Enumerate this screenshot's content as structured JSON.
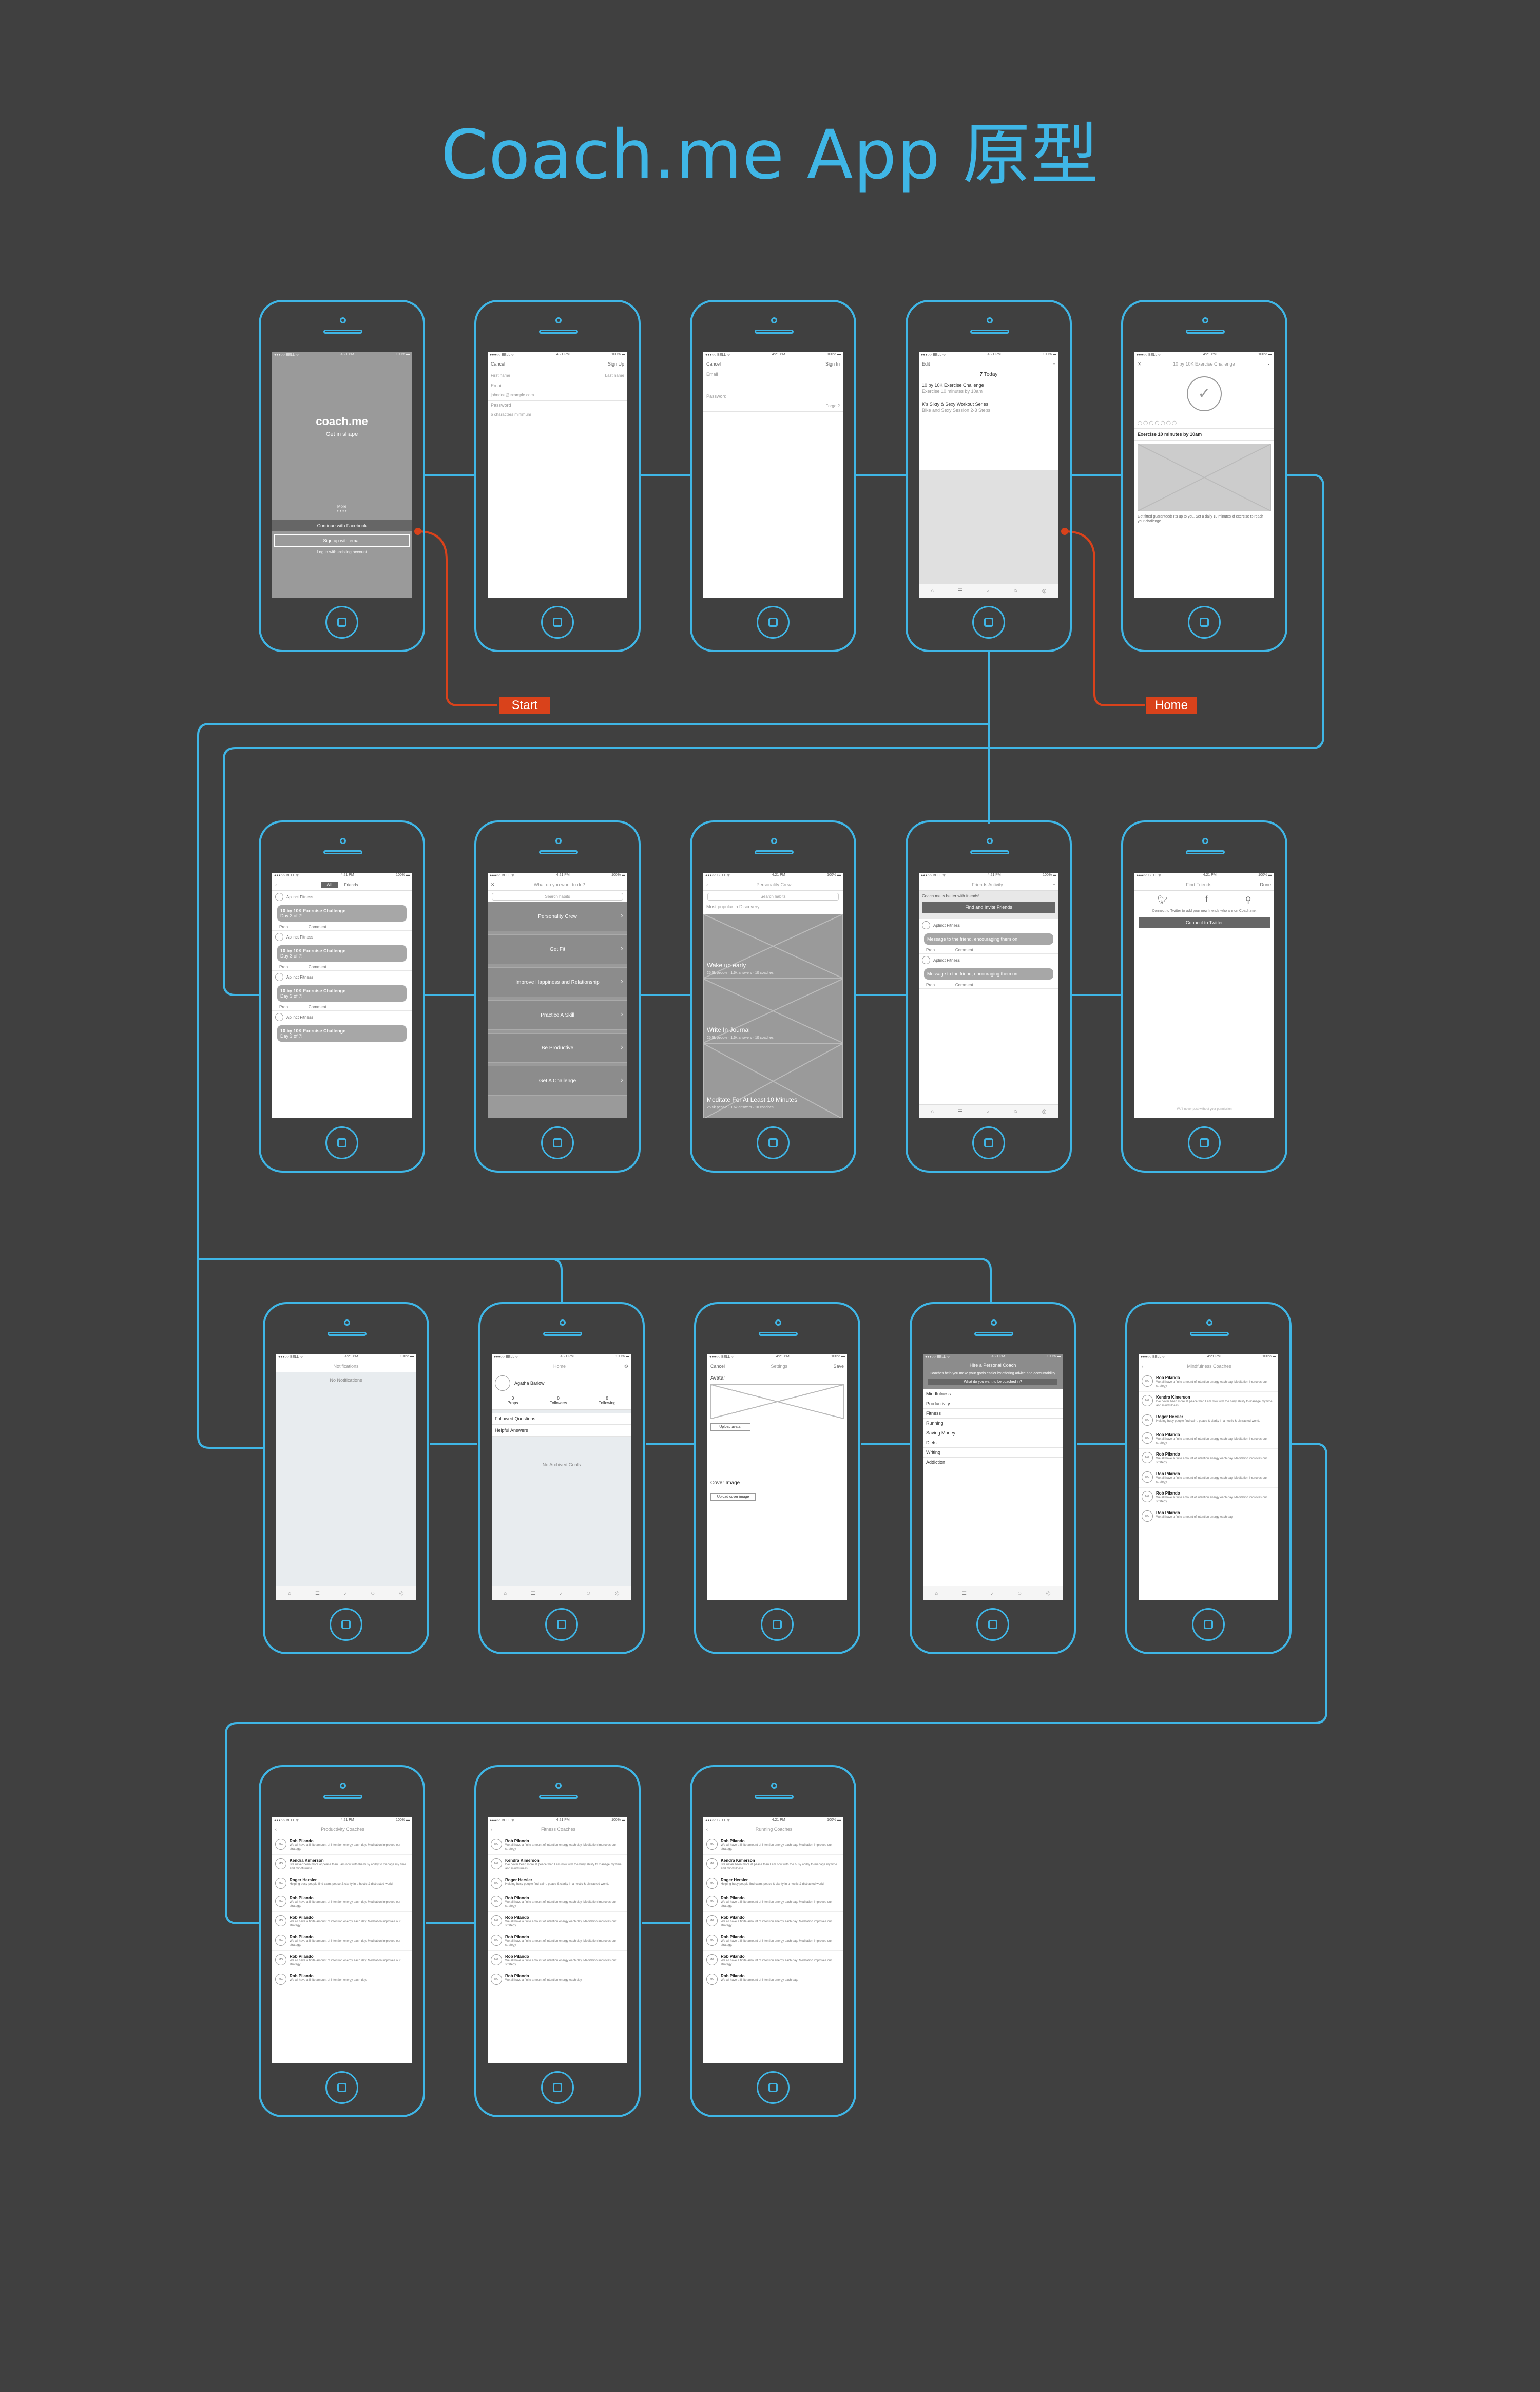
{
  "title": "Coach.me App 原型",
  "tags": {
    "start": "Start",
    "home": "Home"
  },
  "status_bar": {
    "carrier": "●●●○○ BELL ᯤ",
    "time": "4:21 PM",
    "battery": "100% ▬"
  },
  "row1": {
    "splash": {
      "logo": "coach.me",
      "tagline": "Get in shape",
      "more": "More",
      "dots": "● ● ● ●",
      "fb": "Continue with Facebook",
      "email": "Sign up with email",
      "login": "Log in with existing account"
    },
    "signup": {
      "cancel": "Cancel",
      "action": "Sign Up",
      "first": "First name",
      "last": "Last name",
      "email_label": "Email",
      "email_ph": "johndoe@example.com",
      "pw_label": "Password",
      "pw_ph": "6 characters minimum"
    },
    "signin": {
      "cancel": "Cancel",
      "action": "Sign In",
      "email_label": "Email",
      "pw_label": "Password",
      "forgot": "Forgot?"
    },
    "today": {
      "edit": "Edit",
      "date": "7",
      "today": "Today",
      "items": [
        "10 by 10K Exercise Challenge",
        "K's Sixty & Sexy Workout Series"
      ],
      "subs": [
        "Exercise 10 minutes by 10am",
        "Bike and Sexy Session 2-3 Steps"
      ]
    },
    "challenge": {
      "header": "10 by 10K Exercise Challenge",
      "step": "Exercise 10 minutes by 10am",
      "body": "Get fitted guaranteed! It's up to you. Set a daily 10 minutes of exercise to reach your challenge."
    }
  },
  "row2": {
    "feed": {
      "tabs": [
        "All",
        "Friends"
      ],
      "user": "Aplinct Fitness",
      "card": "10 by 10K Exercise Challenge",
      "card_sub": "Day 3 of 7!",
      "actions": [
        "Prop",
        "Comment"
      ]
    },
    "browse": {
      "header": "What do you want to do?",
      "search": "Search habits",
      "cats": [
        "Personality Crew",
        "Get Fit",
        "Improve Happiness and Relationship",
        "Practice A Skill",
        "Be Productive",
        "Get A Challenge"
      ]
    },
    "habits": {
      "header": "Personality Crew",
      "search": "Search habits",
      "sub": "Most popular in Discovery",
      "items": [
        "Wake up early",
        "Write In Journal",
        "Meditate For At Least 10 Minutes"
      ],
      "meta": "25.5k people · 1.6k answers · 10 coaches"
    },
    "activity": {
      "header": "Friends Activity",
      "promo": "Coach.me is better with friends!",
      "find": "Find and Invite Friends",
      "user": "Aplinct Fitness",
      "bubble": "Message to the friend, encouraging them on"
    },
    "invite": {
      "header": "Find Friends",
      "done": "Done",
      "desc": "Connect to Twitter to add your new friends who are on Coach.me.",
      "cta": "Connect to Twitter",
      "footer": "We'll never post without your permission"
    }
  },
  "row3": {
    "notifications": {
      "header": "Notifications",
      "empty": "No Notifications"
    },
    "profile": {
      "header": "Home",
      "name": "Agatha Barlow",
      "stats": [
        {
          "n": "0",
          "l": "Props"
        },
        {
          "n": "0",
          "l": "Followers"
        },
        {
          "n": "0",
          "l": "Following"
        }
      ],
      "links": [
        "Followed Questions",
        "Helpful Answers"
      ],
      "empty": "No Archived Goals"
    },
    "settings": {
      "cancel": "Cancel",
      "title": "Settings",
      "save": "Save",
      "avatar": "Avatar",
      "upload": "Upload avatar",
      "cover": "Cover Image",
      "upload_cover": "Upload cover image"
    },
    "coach": {
      "header": "Hire a Personal Coach",
      "desc": "Coaches help you make your goals easier by offering advice and accountability.",
      "cta": "What do you want to be coached in?",
      "topics": [
        "Mindfulness",
        "Productivity",
        "Fitness",
        "Running",
        "Saving Money",
        "Diets",
        "Writing",
        "Addiction"
      ]
    },
    "coaches": {
      "header": "Mindfulness Coaches"
    }
  },
  "row4": {
    "list1": {
      "header": "Productivity Coaches"
    },
    "list2": {
      "header": "Fitness Coaches"
    },
    "list3": {
      "header": "Running Coaches"
    }
  },
  "coach_list": [
    {
      "initials": "MG",
      "name": "Rob Pilando",
      "desc": "We all have a finite amount of intention energy each day. Meditation improves our strategy."
    },
    {
      "initials": "MG",
      "name": "Kendra Kimerson",
      "desc": "I've never been more at peace than I am now with the busy ability to manage my time and mindfulness."
    },
    {
      "initials": "MG",
      "name": "Roger Hersler",
      "desc": "Helping busy people find calm, peace & clarity in a hectic & distracted world."
    },
    {
      "initials": "MG",
      "name": "Rob Pilando",
      "desc": "We all have a finite amount of intention energy each day. Meditation improves our strategy."
    },
    {
      "initials": "MG",
      "name": "Rob Pilando",
      "desc": "We all have a finite amount of intention energy each day. Meditation improves our strategy."
    },
    {
      "initials": "MG",
      "name": "Rob Pilando",
      "desc": "We all have a finite amount of intention energy each day. Meditation improves our strategy."
    },
    {
      "initials": "MG",
      "name": "Rob Pilando",
      "desc": "We all have a finite amount of intention energy each day. Meditation improves our strategy."
    },
    {
      "initials": "MG",
      "name": "Rob Pilando",
      "desc": "We all have a finite amount of intention energy each day."
    }
  ],
  "colors": {
    "background": "#404040",
    "accent": "#3fb6e6",
    "tag": "#d9421b"
  }
}
